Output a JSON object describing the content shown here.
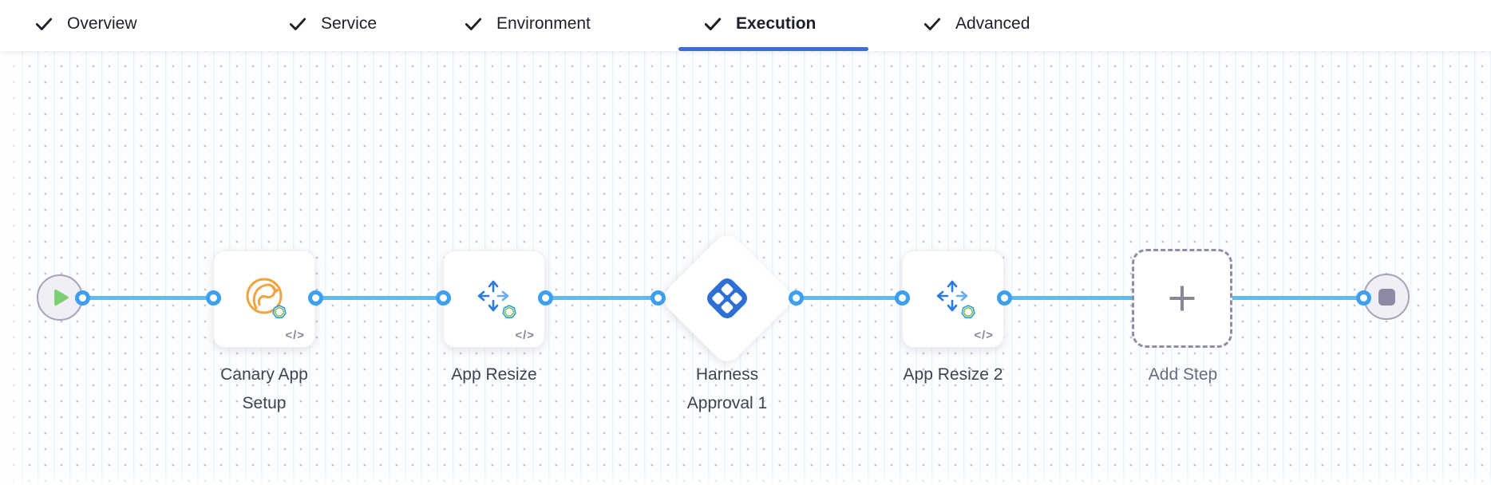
{
  "header": {
    "tabs": [
      {
        "label": "Overview",
        "checked": true,
        "active": false
      },
      {
        "label": "Service",
        "checked": true,
        "active": false
      },
      {
        "label": "Environment",
        "checked": true,
        "active": false
      },
      {
        "label": "Execution",
        "checked": true,
        "active": true
      },
      {
        "label": "Advanced",
        "checked": true,
        "active": false
      }
    ]
  },
  "canvas": {
    "start_node": {
      "type": "start",
      "icon": "play-icon"
    },
    "end_node": {
      "type": "stop",
      "icon": "stop-icon"
    },
    "steps": [
      {
        "name": "Canary App Setup",
        "shape": "card",
        "icon": "canary-bird-icon",
        "badge": "gear-badge-icon",
        "code_glyph": "</>"
      },
      {
        "name": "App Resize",
        "shape": "card",
        "icon": "move-arrows-icon",
        "badge": "gear-badge-icon",
        "code_glyph": "</>"
      },
      {
        "name": "Harness Approval 1",
        "shape": "diamond",
        "icon": "harness-approval-icon"
      },
      {
        "name": "App Resize 2",
        "shape": "card",
        "icon": "move-arrows-icon",
        "badge": "gear-badge-icon",
        "code_glyph": "</>"
      }
    ],
    "add_step": {
      "label": "Add Step",
      "icon": "plus-icon"
    }
  },
  "colors": {
    "tab_text": "#1d202b",
    "tab_active_underline": "#3b6fd6",
    "connector_line": "#5fb9f3",
    "port_ring": "#3e9ff0",
    "terminal_fill": "#f0eff5",
    "terminal_border": "#a5a2ba",
    "play_green": "#7ccf70",
    "stop_gray": "#8d8aa3",
    "canary_orange": "#f2a43e",
    "arrows_blue": "#2d7cdd",
    "approval_blue": "#2e6fd6",
    "label_text": "#3f4251",
    "add_step_text": "#676a80"
  }
}
